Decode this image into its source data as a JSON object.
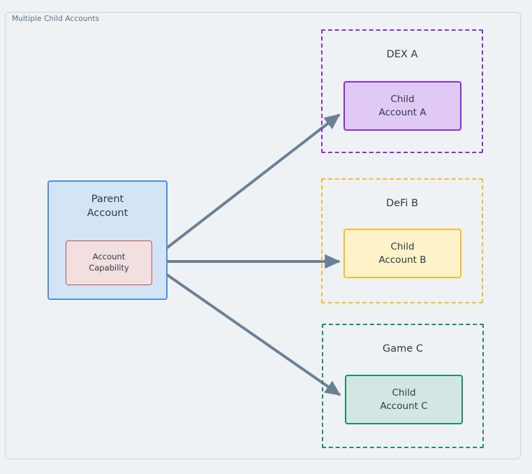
{
  "frame": {
    "title": "Multiple Child Accounts"
  },
  "colors": {
    "canvas_background": "#eef2f5",
    "frame_border": "#c8d3dd",
    "frame_title_text": "#5e7183",
    "node_text": "#2d3b45",
    "edge_stroke": "#6c8095",
    "parent_fill": "#d4e4f7",
    "parent_border": "#4a90e2",
    "capability_fill": "#f3dfdf",
    "capability_border": "#b85450",
    "dex_a_accent": "#8a2be2",
    "dex_a_fill": "#e1c9f5",
    "defi_b_accent": "#f5bc26",
    "defi_b_fill": "#fdf2c8",
    "game_c_accent": "#1f8a70",
    "game_c_fill": "#d2e7e3"
  },
  "nodes": {
    "parent_account": {
      "label_line1": "Parent",
      "label_line2": "Account"
    },
    "account_capability": {
      "label_line1": "Account",
      "label_line2": "Capability"
    }
  },
  "clusters": [
    {
      "id": "dex-a",
      "label": "DEX A",
      "child": {
        "label_line1": "Child",
        "label_line2": "Account A"
      }
    },
    {
      "id": "defi-b",
      "label": "DeFi B",
      "child": {
        "label_line1": "Child",
        "label_line2": "Account B"
      }
    },
    {
      "id": "game-c",
      "label": "Game C",
      "child": {
        "label_line1": "Child",
        "label_line2": "Account C"
      }
    }
  ],
  "edges": [
    {
      "id": "edge-capability-to-child-a",
      "from": "account_capability",
      "to": "child_account_a",
      "style": "solid-arrow"
    },
    {
      "id": "edge-capability-to-child-b",
      "from": "account_capability",
      "to": "child_account_b",
      "style": "solid-arrow"
    },
    {
      "id": "edge-capability-to-child-c",
      "from": "account_capability",
      "to": "child_account_c",
      "style": "solid-arrow"
    }
  ]
}
